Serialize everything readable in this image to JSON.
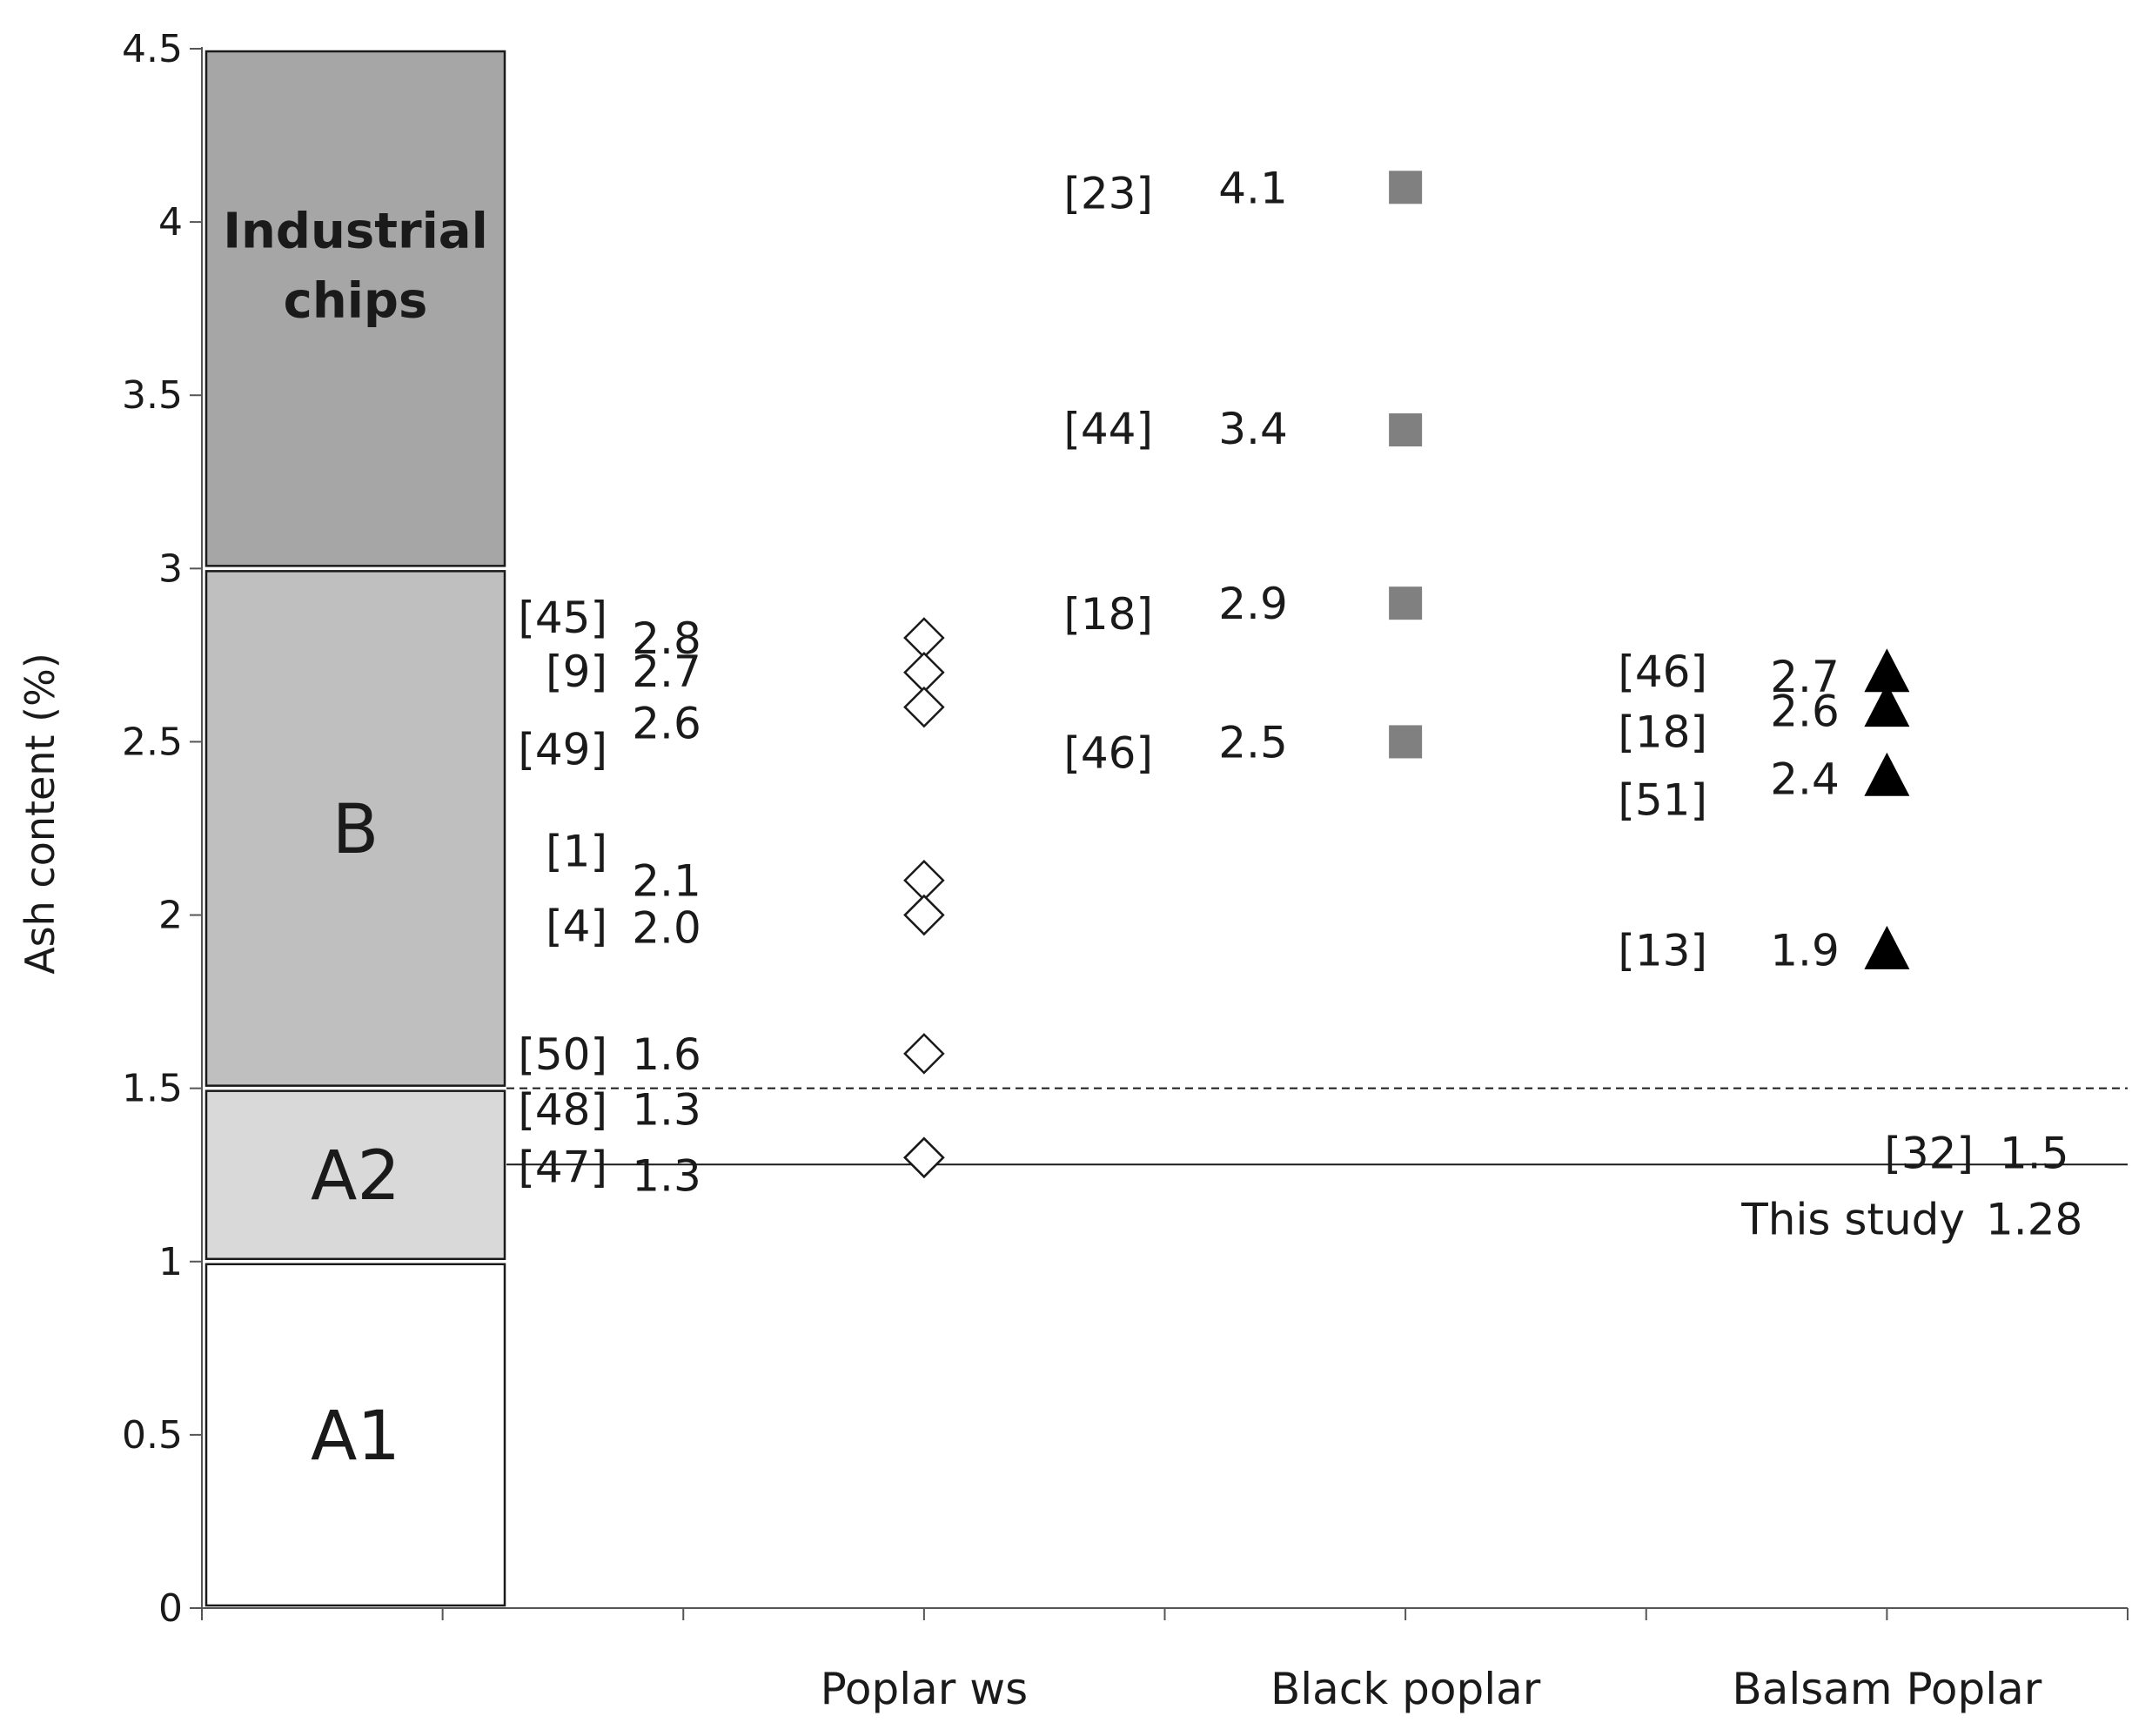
{
  "chart_data": {
    "type": "scatter",
    "ylabel": "Ash content (%)",
    "ylim": [
      0,
      4.5
    ],
    "y_ticks": [
      "0",
      "0.5",
      "1",
      "1.5",
      "2",
      "2.5",
      "3",
      "3.5",
      "4",
      "4.5"
    ],
    "grid": false,
    "categories": [
      "Poplar ws",
      "Black poplar",
      "Balsam Poplar"
    ],
    "quality_bands": [
      {
        "label": "A1",
        "from": 0,
        "to": 1.0,
        "color": "#ffffff"
      },
      {
        "label": "A2",
        "from": 1.0,
        "to": 1.5,
        "color": "#d9d9d9"
      },
      {
        "label": "B",
        "from": 1.5,
        "to": 3.0,
        "color": "#bfbfbf"
      },
      {
        "label_line1": "Industrial",
        "label_line2": "chips",
        "from": 3.0,
        "to": 4.5,
        "color": "#a6a6a6"
      }
    ],
    "series": [
      {
        "category": "Poplar ws",
        "marker": "diamond-open",
        "color": "#1a1a1a",
        "points": [
          {
            "ref": "[45]",
            "label": "2.8",
            "y": 2.8
          },
          {
            "ref": "[9]",
            "label": "2.7",
            "y": 2.7
          },
          {
            "ref": "[49]",
            "label": "2.6",
            "y": 2.6
          },
          {
            "ref": "[1]",
            "label": "2.1",
            "y": 2.1
          },
          {
            "ref": "[4]",
            "label": "2.0",
            "y": 2.0
          },
          {
            "ref": "[50]",
            "label": "1.6",
            "y": 1.6
          },
          {
            "ref": "[48]",
            "label": "1.3",
            "y": 1.3
          },
          {
            "ref": "[47]",
            "label": "1.3",
            "y": 1.3
          }
        ]
      },
      {
        "category": "Black poplar",
        "marker": "square",
        "color": "#808080",
        "points": [
          {
            "ref": "[23]",
            "label": "4.1",
            "y": 4.1
          },
          {
            "ref": "[44]",
            "label": "3.4",
            "y": 3.4
          },
          {
            "ref": "[18]",
            "label": "2.9",
            "y": 2.9
          },
          {
            "ref": "[46]",
            "label": "2.5",
            "y": 2.5
          }
        ]
      },
      {
        "category": "Balsam Poplar",
        "marker": "triangle",
        "color": "#000000",
        "points": [
          {
            "ref": "[46]",
            "label": "2.7",
            "y": 2.7
          },
          {
            "ref": "[18]",
            "label": "2.6",
            "y": 2.6
          },
          {
            "ref": "[51]",
            "label": "2.4",
            "y": 2.4
          },
          {
            "ref": "[13]",
            "label": "1.9",
            "y": 1.9
          }
        ]
      }
    ],
    "reference_lines": [
      {
        "style": "dashed",
        "y": 1.5,
        "ref": "[32]",
        "label": "1.5"
      },
      {
        "style": "solid",
        "y": 1.28,
        "ref": "This study",
        "label": "1.28"
      }
    ]
  }
}
